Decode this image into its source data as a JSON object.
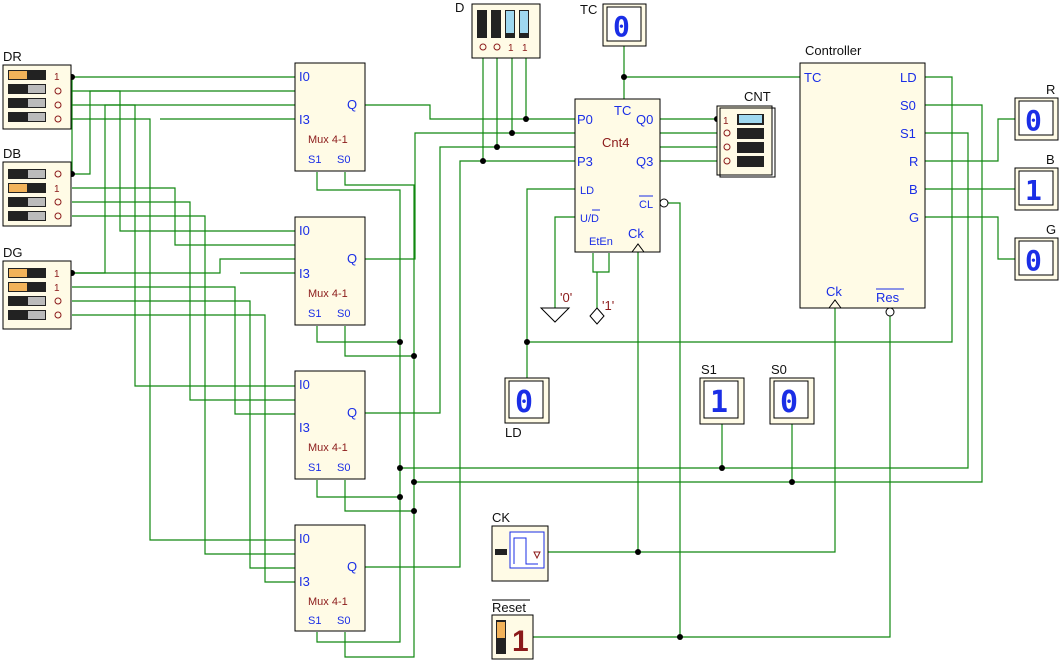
{
  "switch_banks": {
    "DR": {
      "label": "DR",
      "states": [
        "1",
        "0",
        "0",
        "0"
      ]
    },
    "DB": {
      "label": "DB",
      "states": [
        "0",
        "1",
        "0",
        "0"
      ]
    },
    "DG": {
      "label": "DG",
      "states": [
        "1",
        "1",
        "0",
        "0"
      ]
    },
    "D": {
      "label": "D",
      "states": [
        "0",
        "0",
        "1",
        "1"
      ]
    }
  },
  "mux": {
    "in_first": "I0",
    "in_last": "I3",
    "out": "Q",
    "name": "Mux 4-1",
    "s1": "S1",
    "s0": "S0"
  },
  "counter": {
    "name": "Cnt4",
    "pins": {
      "p0": "P0",
      "p3": "P3",
      "ld": "LD",
      "ud": "U/D",
      "eten": "EtEn",
      "tc": "TC",
      "q0": "Q0",
      "q3": "Q3",
      "cl": "CL",
      "ck": "Ck"
    },
    "const0": "'0'",
    "const1": "'1'"
  },
  "cnt_display": {
    "label": "CNT",
    "states": [
      "1",
      "0",
      "0",
      "0"
    ]
  },
  "controller": {
    "title": "Controller",
    "pins": {
      "tc": "TC",
      "ck": "Ck",
      "res": "Res",
      "ld": "LD",
      "s0": "S0",
      "s1": "S1",
      "r": "R",
      "b": "B",
      "g": "G"
    }
  },
  "displays": {
    "TC": {
      "label": "TC",
      "value": "0"
    },
    "LD": {
      "label": "LD",
      "value": "0"
    },
    "S1": {
      "label": "S1",
      "value": "1"
    },
    "S0": {
      "label": "S0",
      "value": "0"
    },
    "R": {
      "label": "R",
      "value": "0"
    },
    "B": {
      "label": "B",
      "value": "1"
    },
    "G": {
      "label": "G",
      "value": "0"
    }
  },
  "clock": {
    "label": "CK"
  },
  "reset": {
    "label": "Reset",
    "value": "1"
  },
  "colors": {
    "wire": "#118811",
    "pin_text": "#1a2ee6",
    "block_fill": "#fffbe6",
    "accent": "#f2b35a",
    "title_red": "#8b1a1a"
  }
}
